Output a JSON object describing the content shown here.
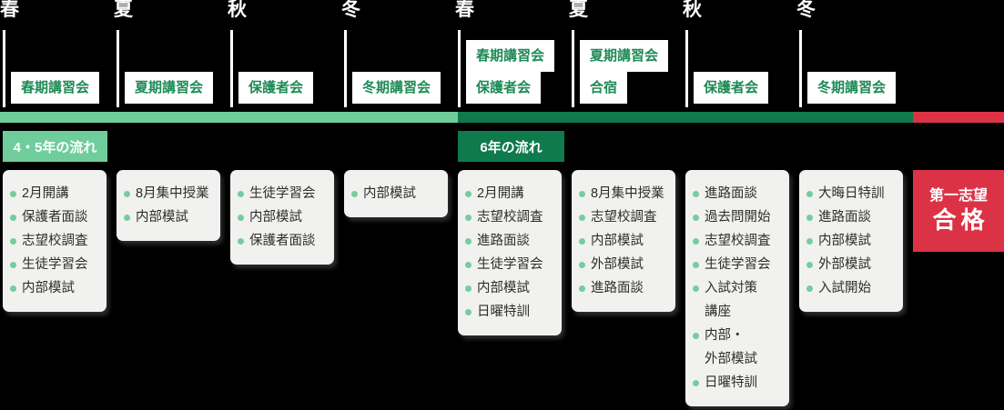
{
  "colors": {
    "background": "#000000",
    "light_green": "#6fcd9c",
    "dark_green": "#0f7a4c",
    "red": "#dc3246",
    "event_text_green": "#1d8a55",
    "card_bg": "#f1f1ef",
    "card_text": "#2d2d2d",
    "bullet": "#74cd9e",
    "white": "#ffffff"
  },
  "bar": {
    "segments": [
      {
        "name": "grade45-period",
        "color": "#6fcd9c"
      },
      {
        "name": "grade6-period",
        "color": "#0f7a4c"
      },
      {
        "name": "exam-period",
        "color": "#dc3246"
      }
    ]
  },
  "phases": [
    {
      "label": "4・5年の流れ",
      "color": "#6fcd9c"
    },
    {
      "label": "6年の流れ",
      "color": "#0f7a4c"
    }
  ],
  "goal": {
    "line1": "第一志望",
    "line2": "合格",
    "color": "#dc3246"
  },
  "columns": [
    {
      "season": "春",
      "events": [
        "春期講習会"
      ],
      "items": [
        "2月開講",
        "保護者面談",
        "志望校調査",
        "生徒学習会",
        "内部模試"
      ]
    },
    {
      "season": "夏",
      "events": [
        "夏期講習会"
      ],
      "items": [
        "8月集中授業",
        "内部模試"
      ]
    },
    {
      "season": "秋",
      "events": [
        "保護者会"
      ],
      "items": [
        "生徒学習会",
        "内部模試",
        "保護者面談"
      ]
    },
    {
      "season": "冬",
      "events": [
        "冬期講習会"
      ],
      "items": [
        "内部模試"
      ]
    },
    {
      "season": "春",
      "events": [
        "春期講習会",
        "保護者会"
      ],
      "items": [
        "2月開講",
        "志望校調査",
        "進路面談",
        "生徒学習会",
        "内部模試",
        "日曜特訓"
      ]
    },
    {
      "season": "夏",
      "events": [
        "夏期講習会",
        "合宿"
      ],
      "items": [
        "8月集中授業",
        "志望校調査",
        "内部模試",
        "外部模試",
        "進路面談"
      ]
    },
    {
      "season": "秋",
      "events": [
        "保護者会"
      ],
      "items": [
        "進路面談",
        "過去問開始",
        "志望校調査",
        "生徒学習会",
        "入試対策\n講座",
        "内部・\n外部模試",
        "日曜特訓"
      ]
    },
    {
      "season": "冬",
      "events": [
        "冬期講習会"
      ],
      "items": [
        "大晦日特訓",
        "進路面談",
        "内部模試",
        "外部模試",
        "入試開始"
      ]
    }
  ]
}
